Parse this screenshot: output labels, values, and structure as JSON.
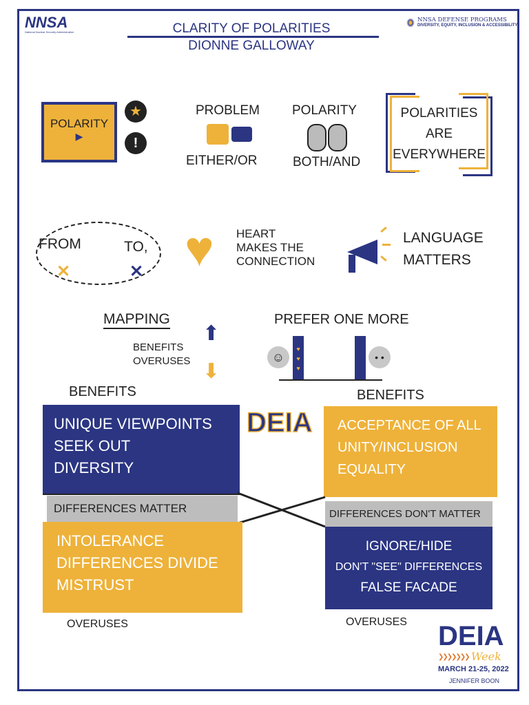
{
  "header": {
    "left_logo": "NNSA",
    "left_logo_sub": "National Nuclear Security Administration",
    "title": "Clarity of Polarities",
    "subtitle": "Dionne Galloway",
    "right_logo_line1": "NNSA DEFENSE PROGRAMS",
    "right_logo_line2": "DIVERSITY, EQUITY, INCLUSION & ACCESSIBILITY"
  },
  "row1": {
    "polarity_box": "Polarity",
    "problem": "Problem",
    "either_or": "Either/Or",
    "polarity": "Polarity",
    "both_and": "Both/And",
    "everywhere": [
      "Polarities",
      "are",
      "everywhere"
    ]
  },
  "row2": {
    "from": "From",
    "to": "To,",
    "heart": [
      "Heart",
      "makes the",
      "connection"
    ],
    "language": [
      "Language",
      "matters"
    ]
  },
  "row3": {
    "mapping": "Mapping",
    "benefits": "Benefits",
    "overuses": "Overuses",
    "prefer": "Prefer one more"
  },
  "map": {
    "center": "DEIA",
    "left_benefits_label": "Benefits",
    "right_benefits_label": "Benefits",
    "left_benefits": [
      "Unique viewpoints",
      "seek out",
      "diversity"
    ],
    "right_benefits": [
      "Acceptance of all",
      "unity/inclusion",
      "equality"
    ],
    "left_pole": "Differences matter",
    "right_pole": "Differences don't matter",
    "left_overuses": [
      "Intolerance",
      "differences divide",
      "mistrust"
    ],
    "right_overuses": [
      "Ignore/hide",
      "don't \"see\" differences",
      "false facade"
    ],
    "left_overuses_label": "Overuses",
    "right_overuses_label": "Overuses"
  },
  "footer": {
    "logo_main": "DEIA",
    "logo_script": "Week",
    "dates": "MARCH 21-25, 2022",
    "artist": "Jennifer Boon"
  },
  "colors": {
    "navy": "#2b3582",
    "yellow": "#eeb23a",
    "gray": "#bdbdbd"
  }
}
